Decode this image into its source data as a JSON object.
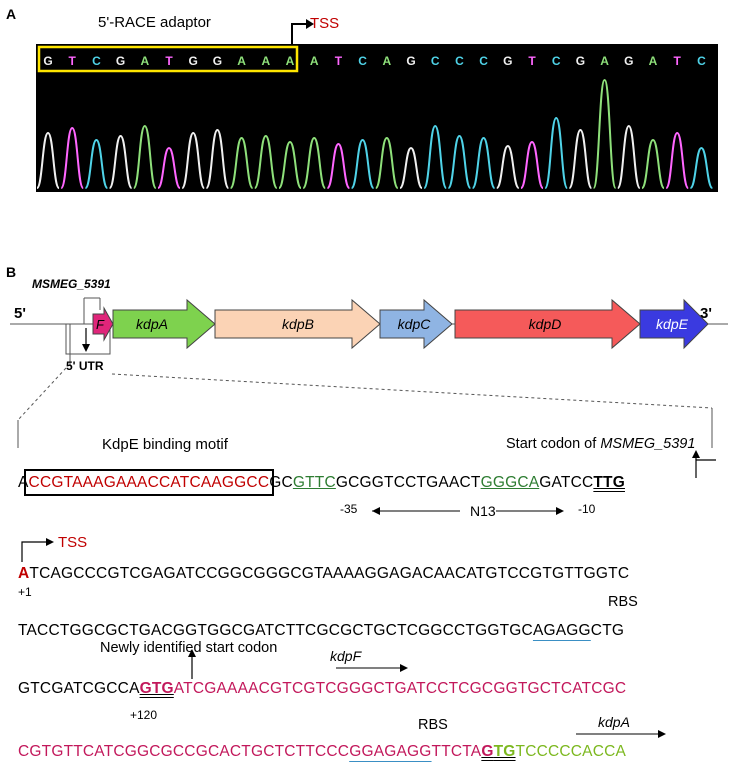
{
  "panelA": {
    "label": "A",
    "adaptor_label": "5'-RACE adaptor",
    "tss_label": "TSS",
    "bases": [
      "G",
      "T",
      "C",
      "G",
      "A",
      "T",
      "G",
      "G",
      "A",
      "A",
      "A",
      "A",
      "T",
      "C",
      "A",
      "G",
      "C",
      "C",
      "C",
      "G",
      "T",
      "C",
      "G",
      "A",
      "G",
      "A",
      "T",
      "C"
    ],
    "colors": {
      "A": "#8ee07a",
      "C": "#4fd3e8",
      "G": "#f0f0f0",
      "T": "#ff66ff",
      "highlight": "#ffe600"
    }
  },
  "panelB": {
    "label": "B",
    "gene_map": {
      "five_prime": "5'",
      "three_prime": "3'",
      "msmeg": "MSMEG_5391",
      "utr": "5' UTR",
      "genes": [
        {
          "name": "F",
          "color": "#e0257a"
        },
        {
          "name": "kdpA",
          "color": "#7ed24e"
        },
        {
          "name": "kdpB",
          "color": "#fbd3b5"
        },
        {
          "name": "kdpC",
          "color": "#8fb4e3"
        },
        {
          "name": "kdpD",
          "color": "#f55a5a"
        },
        {
          "name": "kdpE",
          "color": "#3a3ae0"
        }
      ]
    },
    "motif_label": "KdpE binding motif",
    "start_codon_prefix": "Start codon of ",
    "start_codon_gene": "MSMEG_5391",
    "line1": {
      "a": "A",
      "motif": "CCGTAAAGAAACCATCAAGGCC",
      "gc": "GC",
      "m35": "GTTC",
      "mid": "GCGGTCCTGAACT",
      "m10": "GGGCA",
      "gatcc": "GATCC",
      "ttg": "TTG"
    },
    "box_35": "-35",
    "n13": "N13",
    "box_10": "-10",
    "tss_label": "TSS",
    "plus1": "+1",
    "line2": {
      "a": "A",
      "rest": "TCAGCCCGTCGAGATCCGGCGGGCGTAAAAGGAGACAACATGTCCGTGTTGGTC"
    },
    "rbs_label": "RBS",
    "line3": {
      "pre": "TACCTGGCGCTGACGGTGGCGATCTTCGCGCTGCTCGGCCTGGTGC",
      "rbs": "AGAGG",
      "post": "CTG"
    },
    "new_start_label": "Newly identified start codon",
    "kdpF_label": "kdpF",
    "line4": {
      "pre": "GTCGATCGCCA",
      "gtg": "GTG",
      "rest": "ATCGAAAACGTCGTCGGGCTGATCCTCGCGGTGCTCATCGC"
    },
    "plus120": "+120",
    "rbs2_label": "RBS",
    "kdpA_label": "kdpA",
    "line5": {
      "pre": "CGTGTTCATCGGCGCCGCACTGCTCTTCCC",
      "rbs": "GGAGAGG",
      "mid": "TTCTA",
      "gtg": "GTG",
      "post": "TCCCCCACCA"
    }
  }
}
